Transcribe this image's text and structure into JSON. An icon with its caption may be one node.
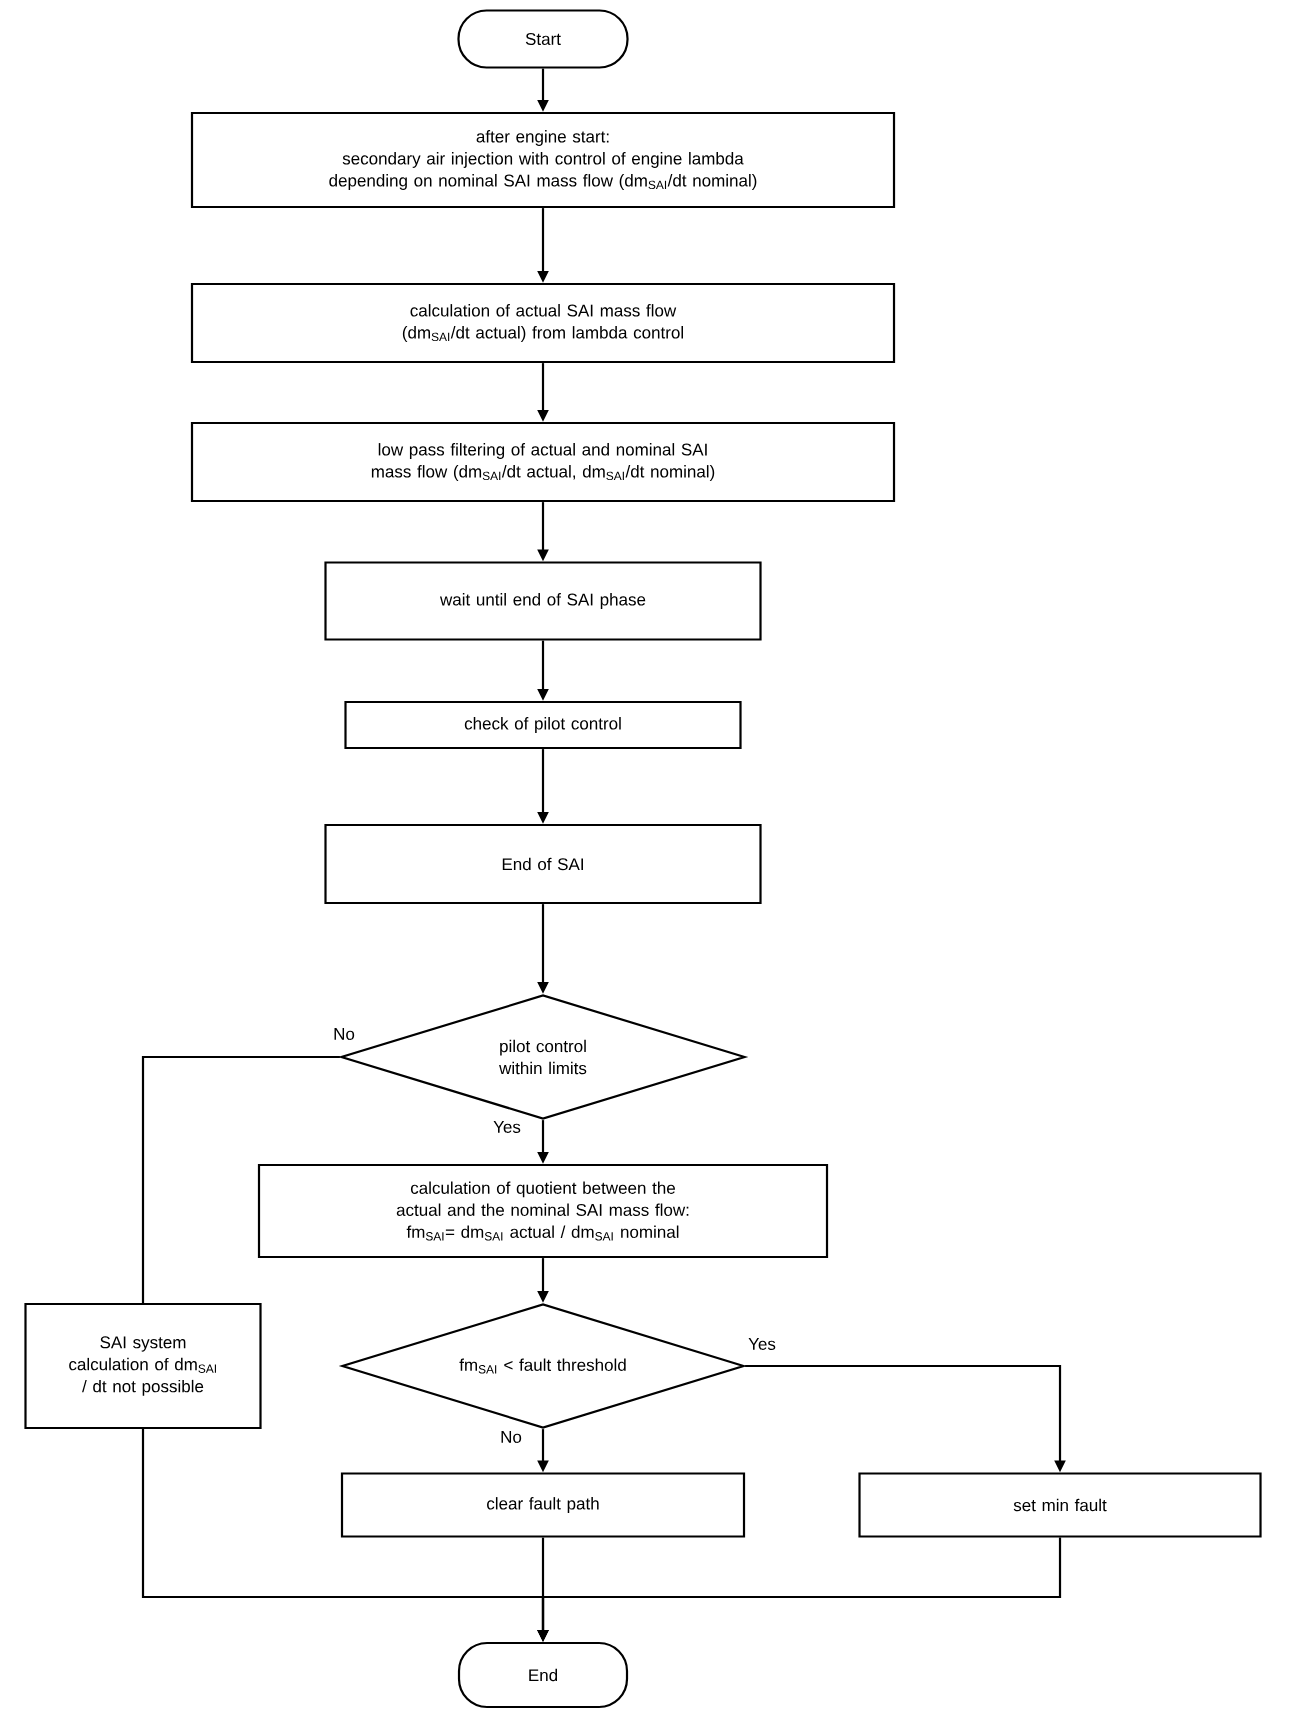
{
  "diagram": {
    "nodes": [
      {
        "text": [
          "Start"
        ]
      },
      {
        "text": [
          "after engine start:",
          "secondary air injection with control of engine lambda depending on nominal SAI mass flow (dm$_{SAI}$/dt nominal)"
        ]
      },
      {
        "text": [
          "calculation of actual SAI mass flow (dm$_{SAI}$/dt actual) from lambda control"
        ]
      },
      {
        "text": [
          "low pass filtering of actual and nominal SAI mass flow (dm$_{SAI}$/dt actual, dm$_{SAI}$/dt nominal)"
        ]
      },
      {
        "text": [
          "wait until end of SAI phase"
        ]
      },
      {
        "text": [
          "check of pilot control"
        ]
      },
      {
        "text": [
          "End of SAI"
        ]
      },
      {
        "text": [
          "pilot control within limits"
        ]
      },
      {
        "text": [
          "calculation of quotient between the actual and the nominal SAI mass flow:",
          "fm$_{SAI}$= dm$_{SAI}$ actual / dm$_{SAI}$ nominal"
        ]
      },
      {
        "text": [
          "SAI system calculation of dm$_{SAI}$ / dt not possible"
        ]
      },
      {
        "text": [
          "fm$_{SAI}$ < fault threshold"
        ]
      },
      {
        "text": [
          "clear fault path"
        ]
      },
      {
        "text": [
          "set min fault"
        ]
      },
      {
        "text": [
          "End"
        ]
      }
    ],
    "edges": [
      {
        "from": 0,
        "to": 1,
        "arrow": "to"
      },
      {
        "from": 1,
        "to": 2,
        "arrow": "to"
      },
      {
        "from": 2,
        "to": 3,
        "arrow": "to"
      },
      {
        "from": 3,
        "to": 4,
        "arrow": "to"
      },
      {
        "from": 4,
        "to": 5,
        "arrow": "to"
      },
      {
        "from": 5,
        "to": 6,
        "arrow": "to"
      },
      {
        "from": 6,
        "to": 7,
        "arrow": "to"
      },
      {
        "from": 7,
        "to": 8,
        "arrow": "to",
        "label": "Yes"
      },
      {
        "from": 7,
        "to": 9,
        "arrow": "none",
        "label": "No"
      },
      {
        "from": 8,
        "to": 10,
        "arrow": "to"
      },
      {
        "from": 10,
        "to": 11,
        "arrow": "to",
        "label": "No"
      },
      {
        "from": 10,
        "to": 12,
        "arrow": "to",
        "label": "Yes"
      },
      {
        "from": 9,
        "to": 13,
        "arrow": "to"
      },
      {
        "from": 11,
        "to": 13,
        "arrow": "to"
      },
      {
        "from": 12,
        "to": 13,
        "arrow": "to"
      }
    ]
  }
}
